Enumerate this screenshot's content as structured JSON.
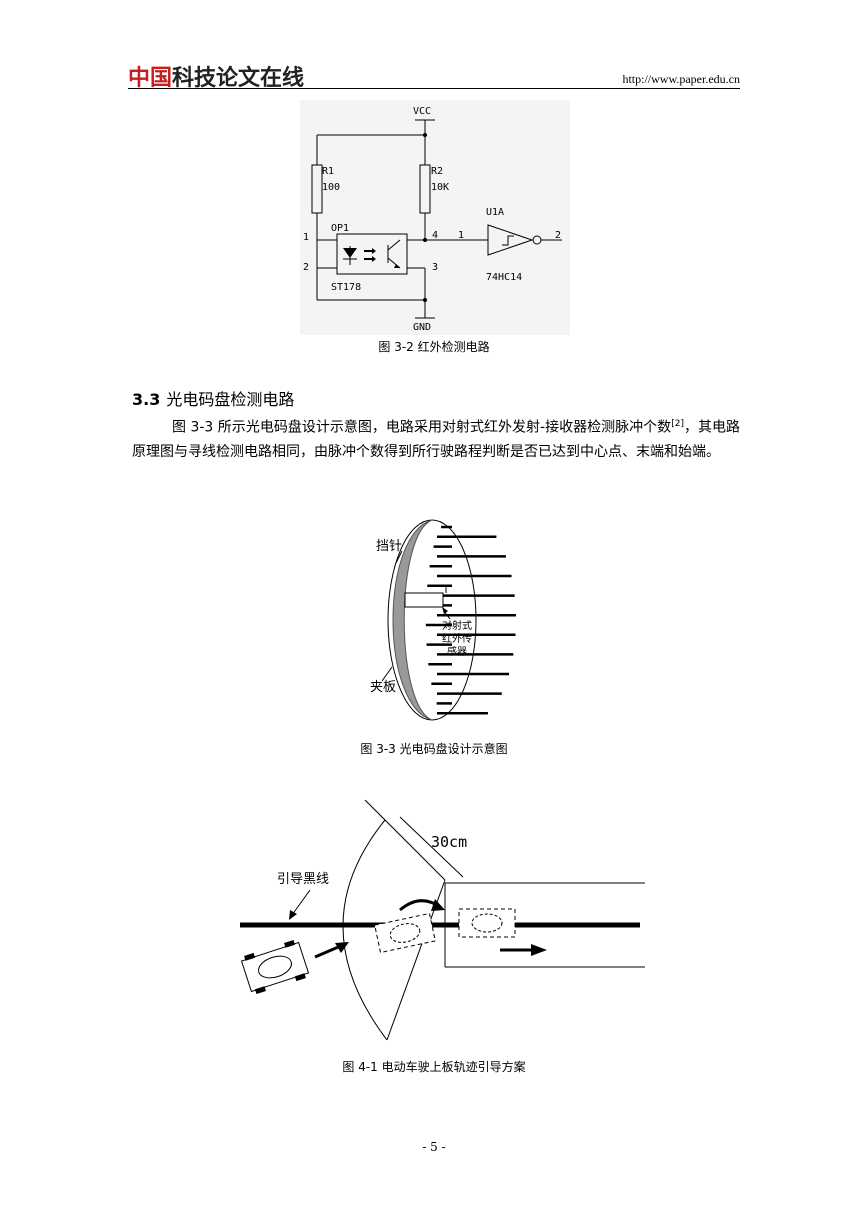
{
  "header": {
    "logo_red": "中国",
    "logo_rest": "科技论文在线",
    "url": "http://www.paper.edu.cn"
  },
  "figure_3_2": {
    "caption": "图  3-2  红外检测电路",
    "labels": {
      "vcc": "VCC",
      "gnd": "GND",
      "r1": "R1",
      "r1_val": "100",
      "r2": "R2",
      "r2_val": "10K",
      "u1a": "U1A",
      "op1": "OP1",
      "st178": "ST178",
      "chip": "74HC14",
      "pin1_left": "1",
      "pin2_left": "2",
      "pin4": "4",
      "pin3": "3",
      "pin1_in": "1",
      "pin2_out": "2"
    }
  },
  "section": {
    "number": "3.3",
    "title": "光电码盘检测电路"
  },
  "paragraph": {
    "text": "图 3-3 所示光电码盘设计示意图，电路采用对射式红外发射-接收器检测脉冲个数",
    "cite": "[2]",
    "text2": "，其电路原理图与寻线检测电路相同，由脉冲个数得到所行驶路程判断是否已达到中心点、末端和始端。"
  },
  "figure_3_3": {
    "caption": "图  3-3  光电码盘设计示意图",
    "label_pin": "挡针",
    "label_sensor_1": "对射式",
    "label_sensor_2": "红外传",
    "label_sensor_3": "感器",
    "label_board": "夹板"
  },
  "figure_4_1": {
    "caption": "图  4-1  电动车驶上板轨迹引导方案",
    "label_distance": "30cm",
    "label_line": "引导黑线"
  },
  "footer": {
    "page": "- 5 -"
  }
}
